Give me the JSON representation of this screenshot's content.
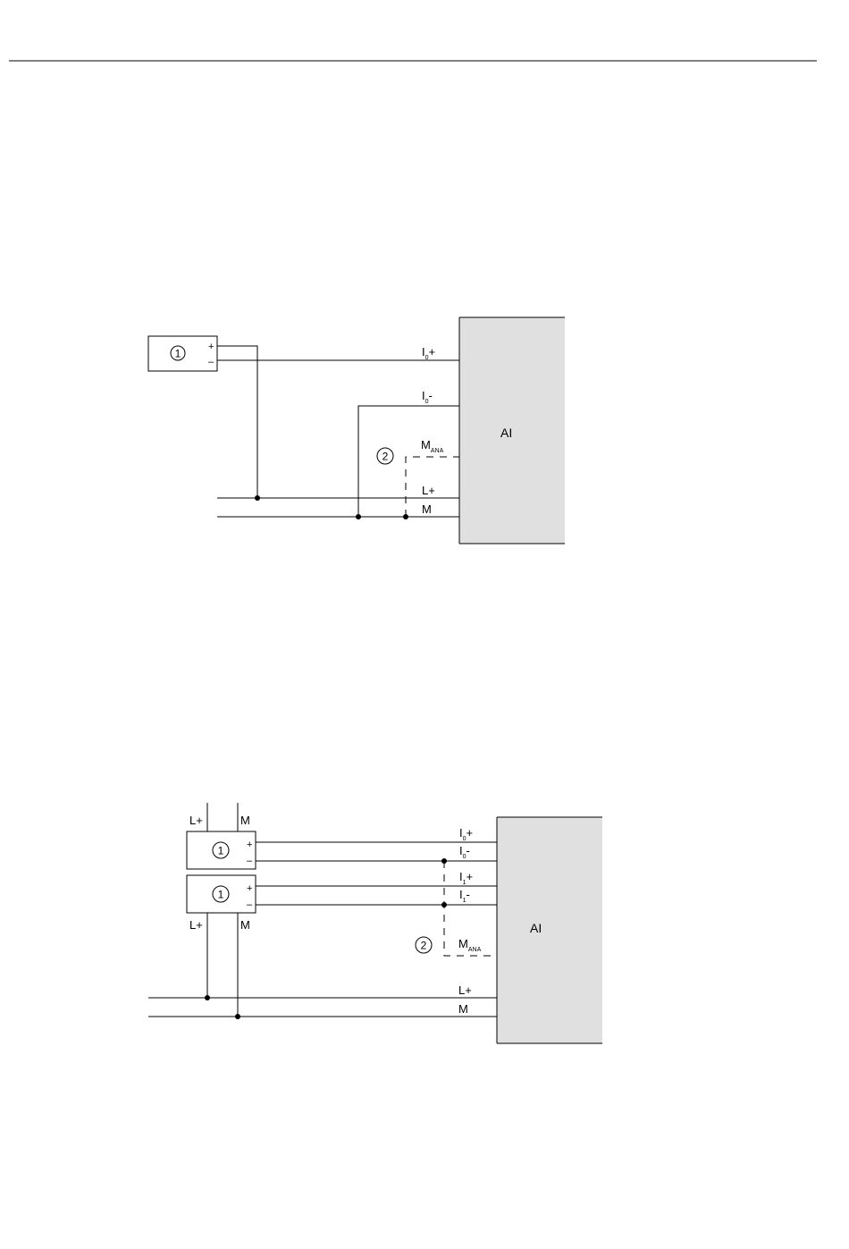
{
  "diagram1": {
    "module_label": "AI",
    "transducer_number": "1",
    "note_number": "2",
    "plus": "+",
    "minus": "–",
    "terminals": {
      "i0p": {
        "letter": "I",
        "sub": "0",
        "sign": "+"
      },
      "i0m": {
        "letter": "I",
        "sub": "0",
        "sign": "-"
      },
      "mana": {
        "letter": "M",
        "sub": "ANA"
      },
      "lplus": "L+",
      "m": "M"
    }
  },
  "diagram2": {
    "module_label": "AI",
    "transducer_number": "1",
    "note_number": "2",
    "plus": "+",
    "minus": "–",
    "top_labels": {
      "lplus": "L+",
      "m": "M"
    },
    "bottom_labels": {
      "lplus": "L+",
      "m": "M"
    },
    "terminals": {
      "i0p": {
        "letter": "I",
        "sub": "0",
        "sign": "+"
      },
      "i0m": {
        "letter": "I",
        "sub": "0",
        "sign": "-"
      },
      "i1p": {
        "letter": "I",
        "sub": "1",
        "sign": "+"
      },
      "i1m": {
        "letter": "I",
        "sub": "1",
        "sign": "-"
      },
      "mana": {
        "letter": "M",
        "sub": "ANA"
      },
      "lplus": "L+",
      "m": "M"
    }
  }
}
